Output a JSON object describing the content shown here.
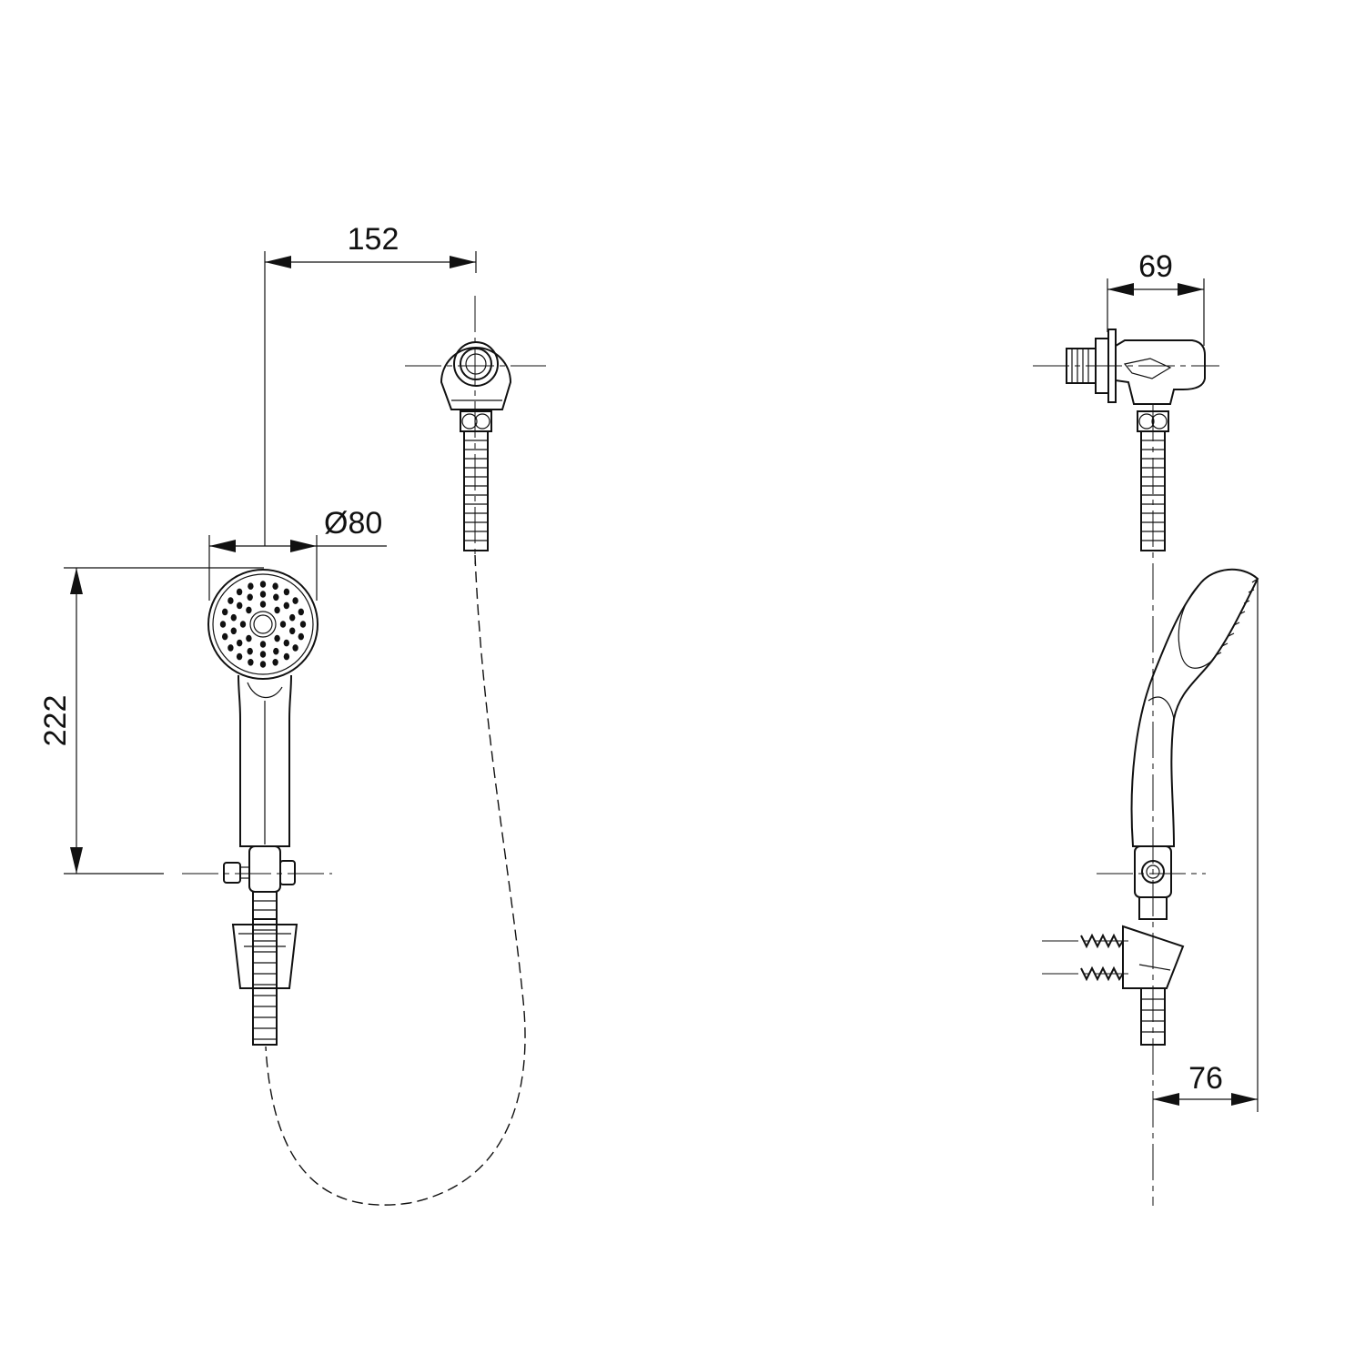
{
  "dimensions": {
    "hose_outlet_offset": "152",
    "head_diameter": "Ø80",
    "handset_length": "222",
    "wall_outlet_projection": "69",
    "holder_projection": "76"
  },
  "colors": {
    "line": "#111111",
    "background": "#ffffff"
  }
}
